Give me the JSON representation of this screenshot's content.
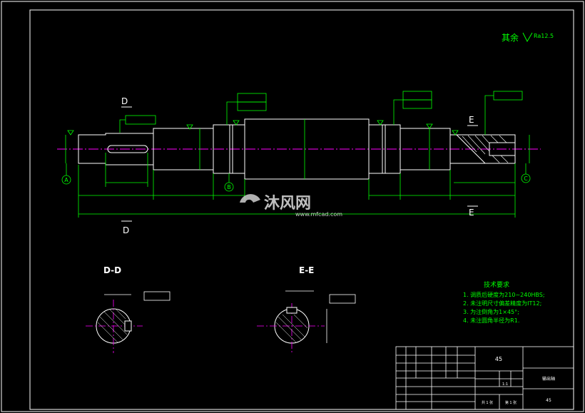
{
  "roughness_note": {
    "prefix": "其余",
    "value": "Ra12.5"
  },
  "section_marks": {
    "d_top": "D",
    "d_bottom": "D",
    "e_top": "E",
    "e_bottom": "E"
  },
  "datums": {
    "a": "A",
    "b": "B",
    "c": "C"
  },
  "sections": {
    "dd_title": "D-D",
    "ee_title": "E-E"
  },
  "tech_req": {
    "title": "技术要求",
    "items": [
      "1. 调质后硬度为210~240HBS;",
      "2. 未注明尺寸偏差精度为IT12;",
      "3. 为注倒角为1×45°;",
      "4. 未注圆角半径为R1."
    ]
  },
  "title_block": {
    "material": "45",
    "scale": "1:1",
    "sheet_total": "共 1 张",
    "sheet_no": "第 1 张",
    "drawing_name": "输出轴",
    "code": "45"
  },
  "watermark": {
    "brand": "沐风网",
    "url": "www.mfcad.com"
  },
  "colors": {
    "outline": "#ffffff",
    "dimension": "#00ff00",
    "centerline": "#ff00ff",
    "hatch": "#ffffff",
    "accent_note": "#00ff00"
  }
}
